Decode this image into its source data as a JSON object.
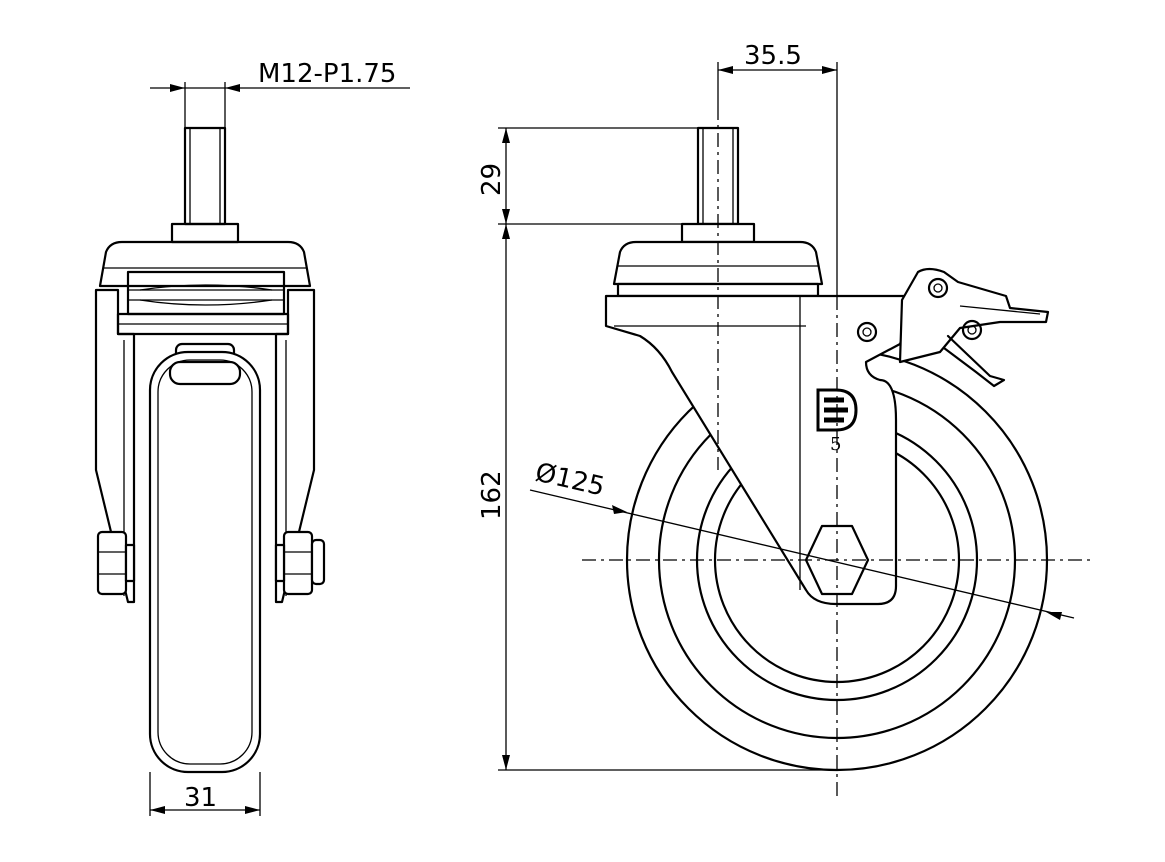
{
  "dimensions": {
    "thread": "M12-P1.75",
    "width": "31",
    "offset": "35.5",
    "stem_height": "29",
    "total_height": "162",
    "wheel_diameter": "Ø125"
  },
  "logo": {
    "mark": "D",
    "number": "5"
  }
}
